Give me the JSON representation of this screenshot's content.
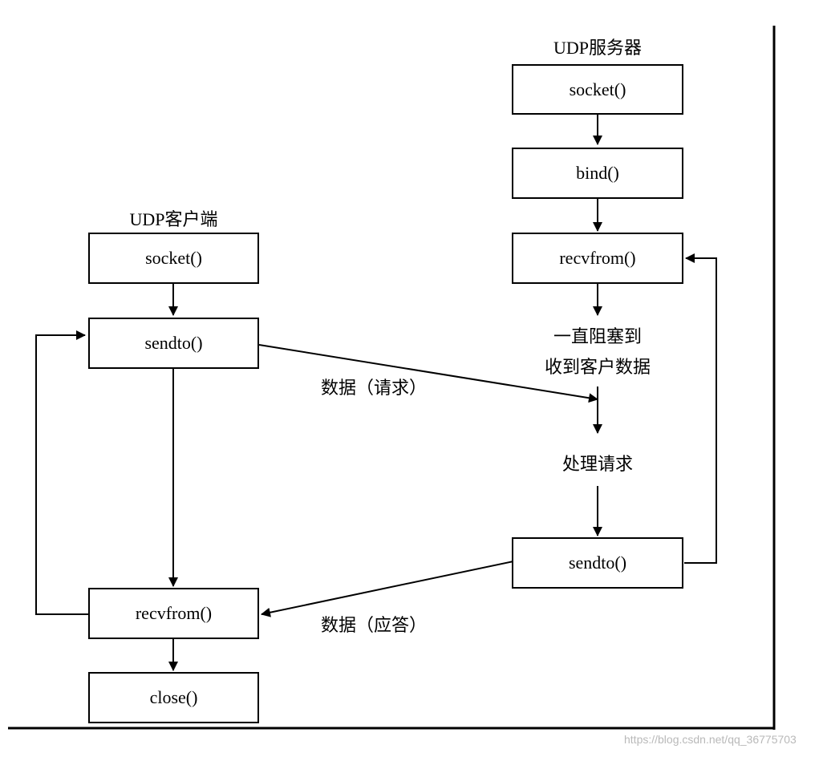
{
  "server": {
    "title": "UDP服务器",
    "socket": "socket()",
    "bind": "bind()",
    "recvfrom": "recvfrom()",
    "block_note_line1": "一直阻塞到",
    "block_note_line2": "收到客户数据",
    "process_note": "处理请求",
    "sendto": "sendto()"
  },
  "client": {
    "title": "UDP客户端",
    "socket": "socket()",
    "sendto": "sendto()",
    "recvfrom": "recvfrom()",
    "close": "close()"
  },
  "messages": {
    "request": "数据（请求）",
    "reply": "数据（应答）"
  },
  "watermark": "https://blog.csdn.net/qq_36775703"
}
